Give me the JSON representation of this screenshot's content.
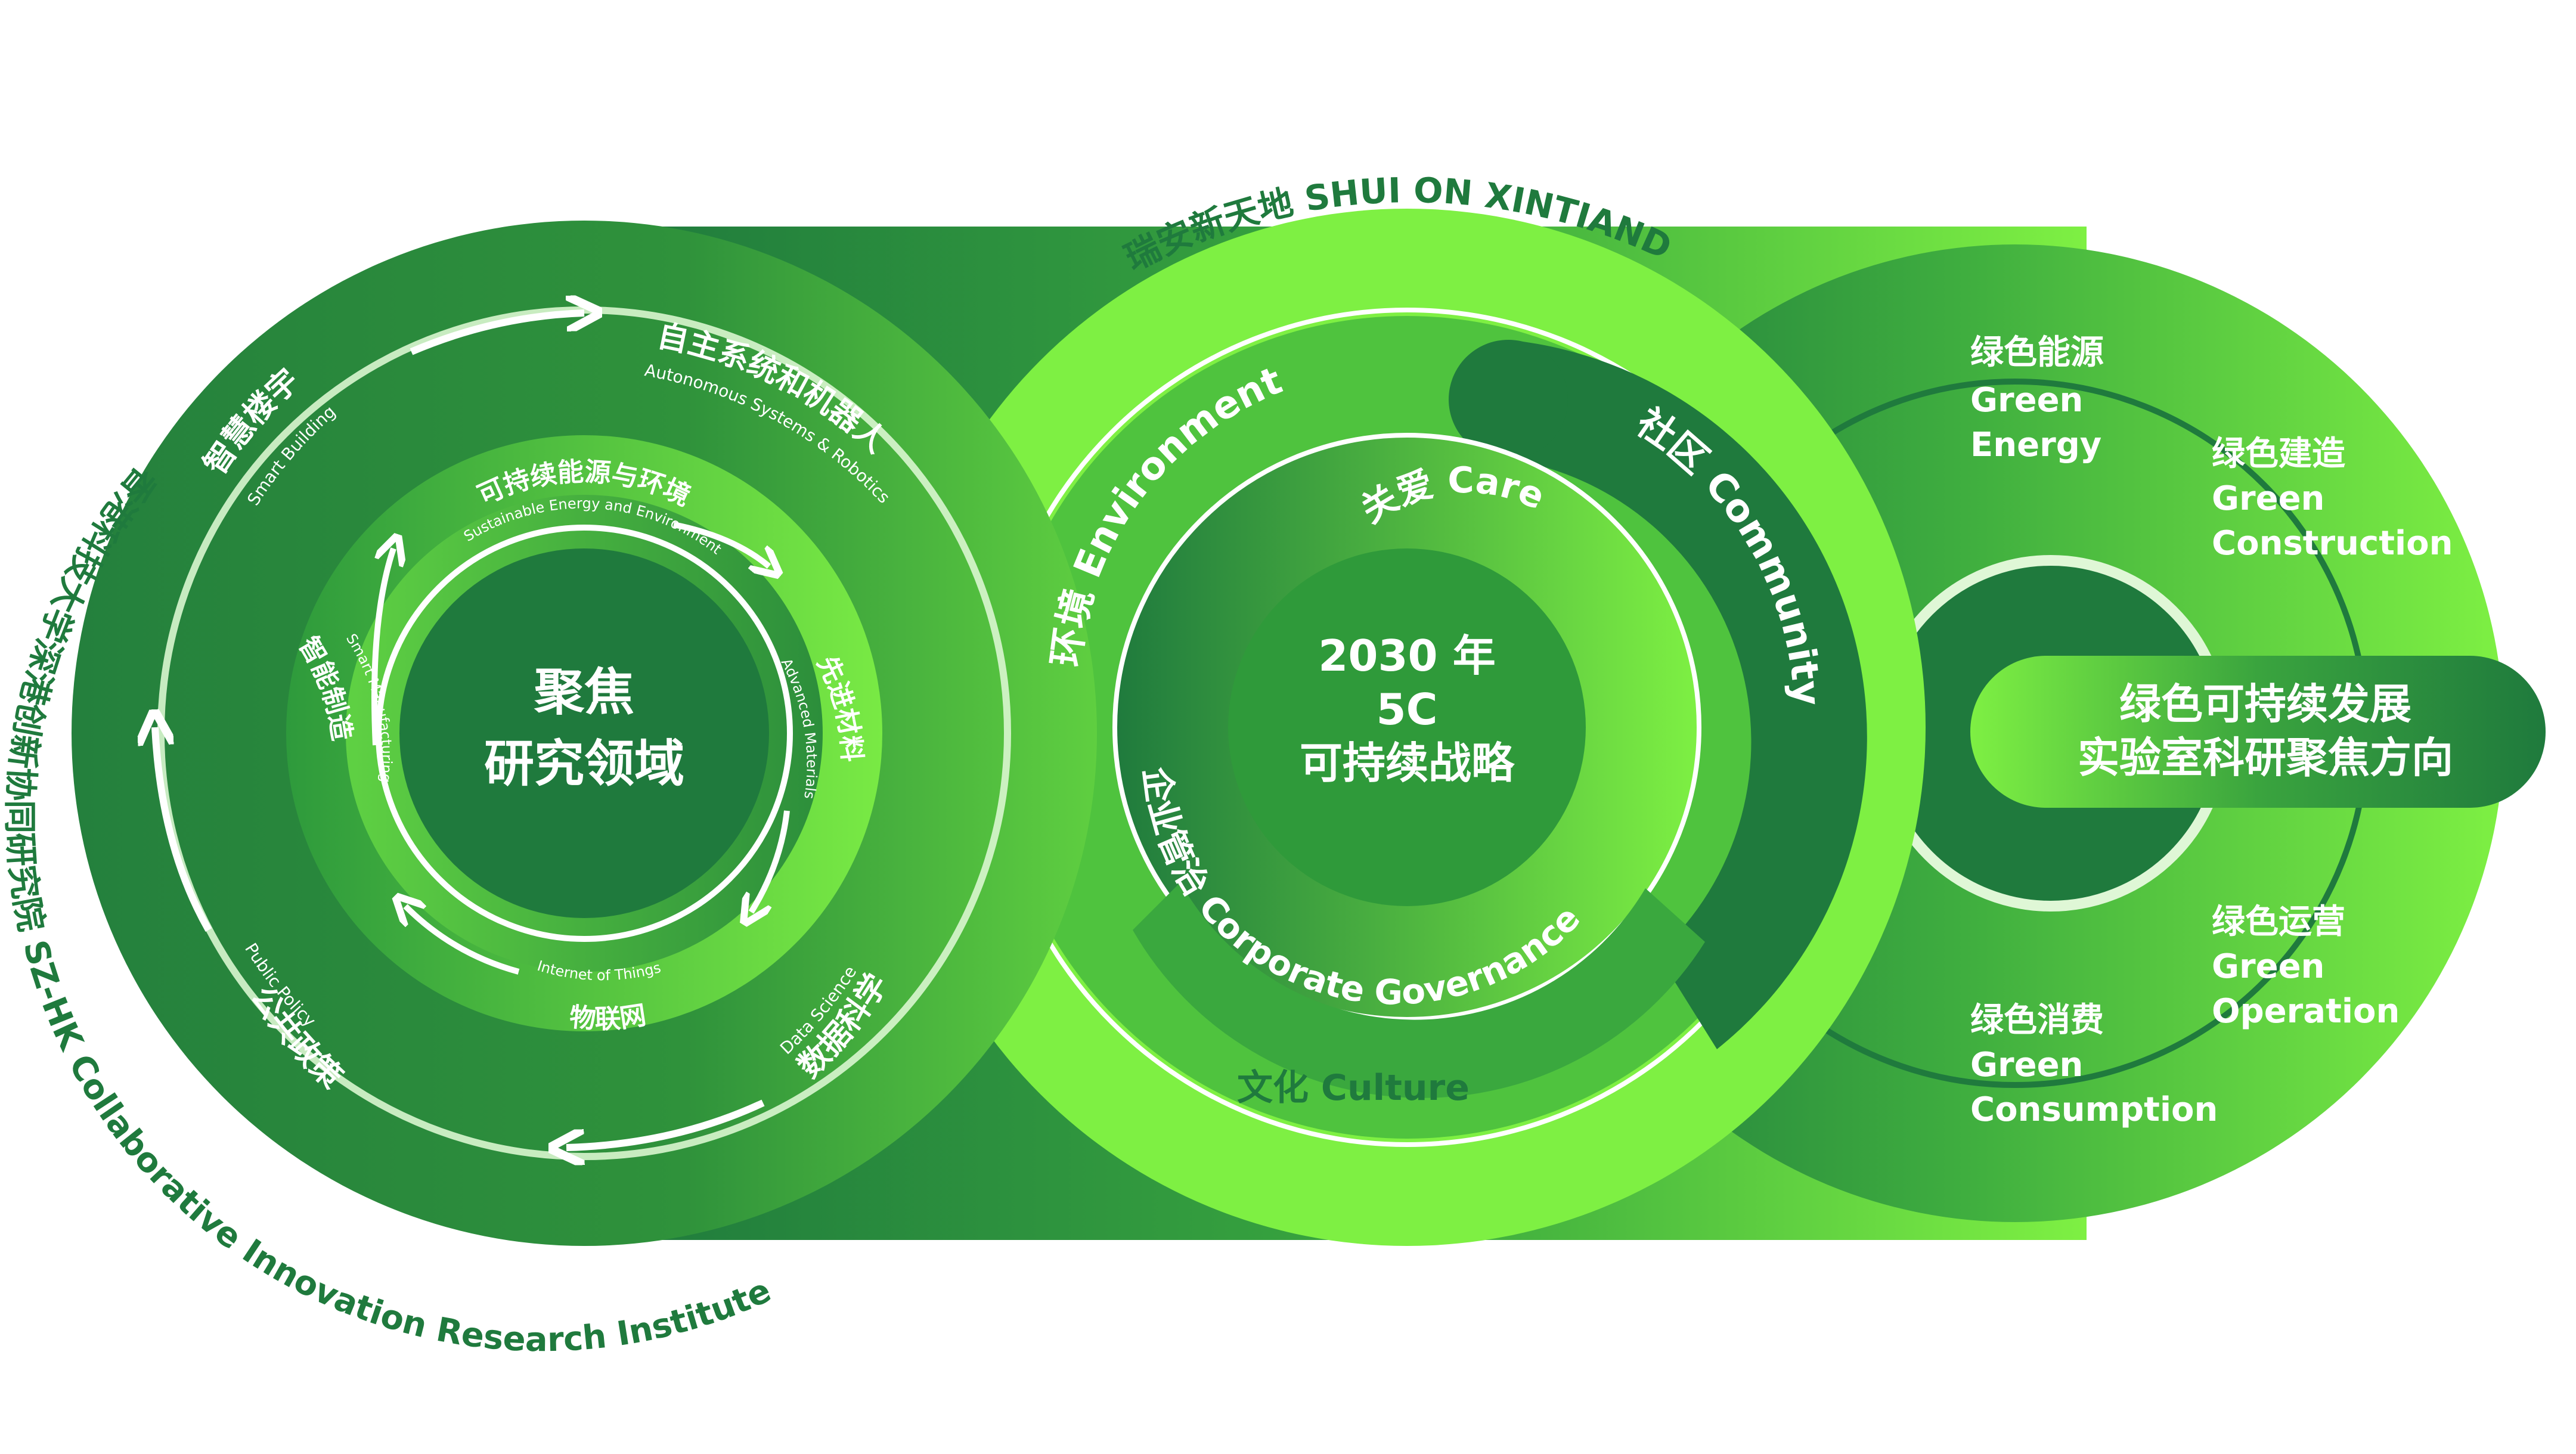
{
  "left_module": {
    "outer_ring_caption": "香港科技大学深港创新协同研究院 SZ-HK Collaborative Innovation Research Institute",
    "center_line1": "聚焦",
    "center_line2": "研究领域",
    "outer_domains": [
      {
        "zh": "智慧楼宇",
        "en": "Smart Building"
      },
      {
        "zh": "自主系统和机器人",
        "en": "Autonomous Systems & Robotics"
      },
      {
        "zh": "数据科学",
        "en": "Data Science"
      },
      {
        "zh": "公共政策",
        "en": "Public Policy"
      }
    ],
    "inner_domains": [
      {
        "zh": "可持续能源与环境",
        "en": "Sustainable Energy and Environment"
      },
      {
        "zh": "先进材料",
        "en": "Advanced Materials"
      },
      {
        "zh": "物联网",
        "en": "Internet of Things"
      },
      {
        "zh": "智能制造",
        "en": "Smart Manufacturing"
      }
    ]
  },
  "middle_module": {
    "outer_ring_caption": "瑞安新天地 SHUI ON XINTIANDI",
    "center_line1": "2030 年",
    "center_line2": "5C",
    "center_line3": "可持续战略",
    "pillars": {
      "environment": "环境 Environment",
      "care": "关爱 Care",
      "community": "社区 Community",
      "governance": "企业管治 Corporate Governance",
      "culture": "文化 Culture"
    }
  },
  "right_module": {
    "center_line1": "绿色可持续发展",
    "center_line2": "实验室科研聚焦方向",
    "directions": [
      {
        "zh": "绿色能源",
        "en1": "Green",
        "en2": "Energy"
      },
      {
        "zh": "绿色建造",
        "en1": "Green",
        "en2": "Construction"
      },
      {
        "zh": "绿色运营",
        "en1": "Green",
        "en2": "Operation"
      },
      {
        "zh": "绿色消费",
        "en1": "Green",
        "en2": "Consumption"
      }
    ]
  },
  "colors": {
    "dark_green": "#1f7a3d",
    "mid_green": "#2f9a3a",
    "bright_green": "#7ef043",
    "text_white": "#ffffff"
  }
}
